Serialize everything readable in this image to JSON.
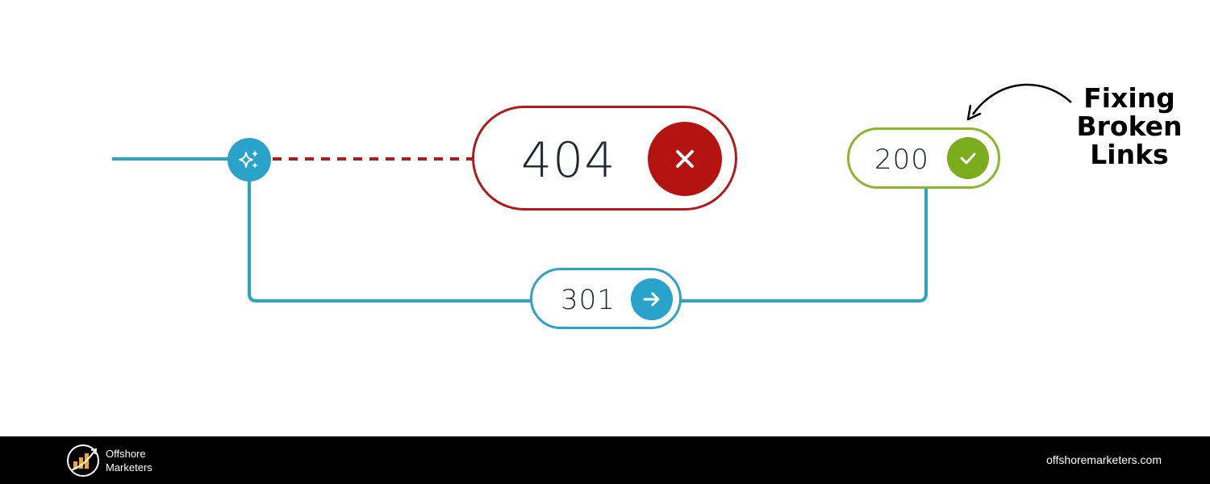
{
  "diagram": {
    "title": "Fixing Broken Links",
    "callout_lines": [
      "Fixing",
      "Broken",
      "Links"
    ],
    "nodes": {
      "source": {
        "icon": "sparkle-icon",
        "color": "#2aa3cb"
      },
      "broken": {
        "code": "404",
        "icon": "close-icon",
        "status": "error",
        "color": "#b5130f"
      },
      "redirect": {
        "code": "301",
        "icon": "arrow-right-icon",
        "status": "redirect",
        "color": "#2aa3cb"
      },
      "ok": {
        "code": "200",
        "icon": "check-icon",
        "status": "success",
        "color": "#7bac1c"
      }
    },
    "edges": [
      {
        "from": "source",
        "to": "broken",
        "style": "dashed",
        "color": "#b3191a"
      },
      {
        "from": "source",
        "to": "redirect",
        "style": "solid",
        "color": "#2ea3c8"
      },
      {
        "from": "redirect",
        "to": "ok",
        "style": "solid",
        "color": "#2ea3c8"
      }
    ]
  },
  "footer": {
    "brand_line1": "Offshore",
    "brand_line2": "Marketers",
    "website": "offshoremarketers.com"
  }
}
